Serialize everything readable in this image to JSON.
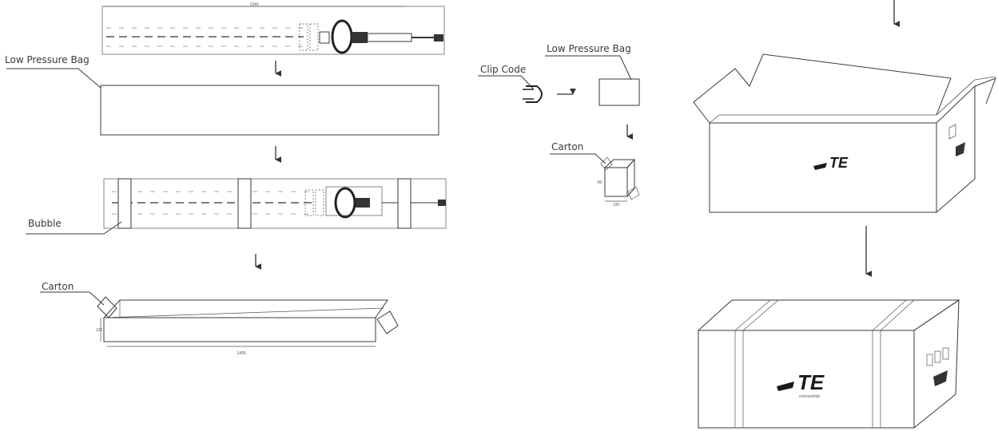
{
  "labels": {
    "low_pressure_bag_left": "Low Pressure Bag",
    "bubble": "Bubble",
    "carton_left": "Carton",
    "clip_code": "Clip Code",
    "low_pressure_bag_middle": "Low Pressure Bag",
    "carton_middle": "Carton"
  },
  "dimensions": {
    "cable_length": "1340",
    "carton_length": "1400",
    "carton_height": "120",
    "small_carton_width": "100",
    "small_carton_height": "80"
  },
  "logo": {
    "brand": "TE",
    "tagline": "connectivity"
  },
  "icons": [
    "down-arrow-icon",
    "right-arrow-icon",
    "cable-assembly-icon",
    "clip-icon",
    "carton-box-icon",
    "te-logo-icon"
  ]
}
